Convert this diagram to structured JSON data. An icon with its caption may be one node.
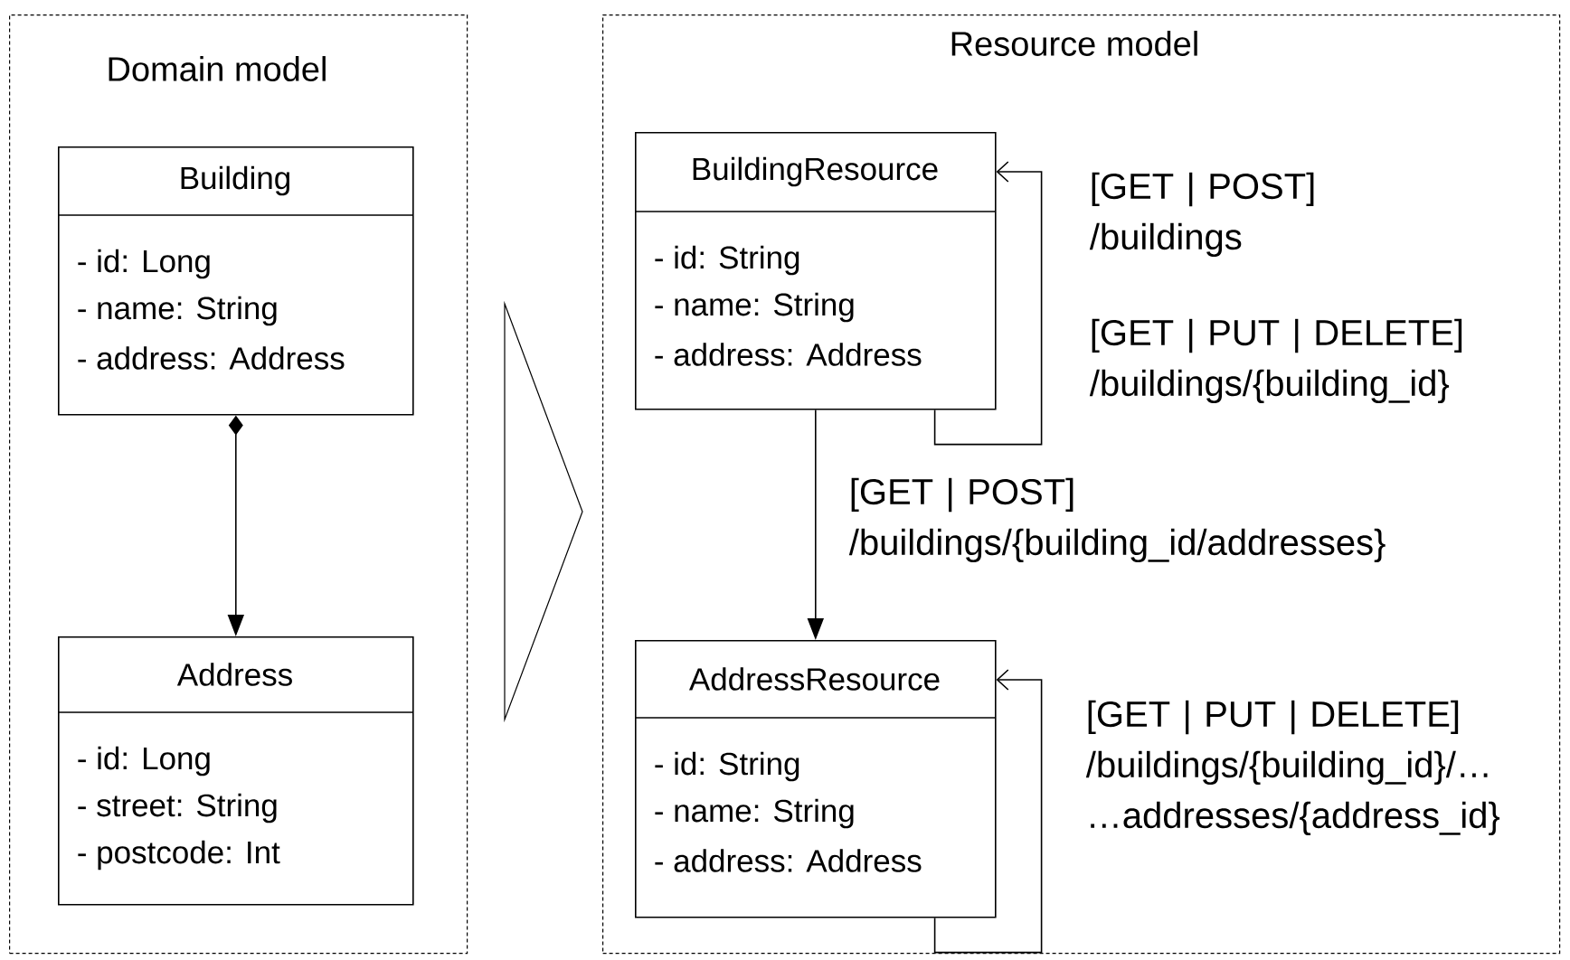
{
  "diagram": {
    "nodes": [
      {
        "text": [
          "Domain model"
        ]
      },
      {
        "text": [
          "Building",
          "- id: Long",
          "- name: String",
          "- address: Address"
        ],
        "in": 0
      },
      {
        "text": [
          "Address",
          "- id: Long",
          "- street: String",
          "- postcode: Int"
        ],
        "in": 0
      },
      {
        "text": [
          "Resource model"
        ]
      },
      {
        "text": [
          "BuildingResource",
          "- id: String",
          "- name: String",
          "- address: Address"
        ],
        "in": 3
      },
      {
        "text": [
          "AddressResource",
          "- id: String",
          "- name: String",
          "- address: Address"
        ],
        "in": 3
      }
    ],
    "edges": [
      {
        "from": 1,
        "to": 2,
        "arrow": "to"
      },
      {
        "from": 4,
        "to": 5,
        "arrow": "to",
        "label": "[GET | POST] /buildings/{building_id/addresses}"
      },
      {
        "from": 4,
        "to": 4,
        "arrow": "to",
        "label": "[GET | POST] /buildings"
      },
      {
        "from": 5,
        "to": 5,
        "arrow": "to",
        "label": "[GET | PUT | DELETE] /buildings/{building_id}/… …addresses/{address_id}"
      }
    ],
    "labels": [
      "[GET | PUT | DELETE] /buildings/{building_id}"
    ]
  }
}
